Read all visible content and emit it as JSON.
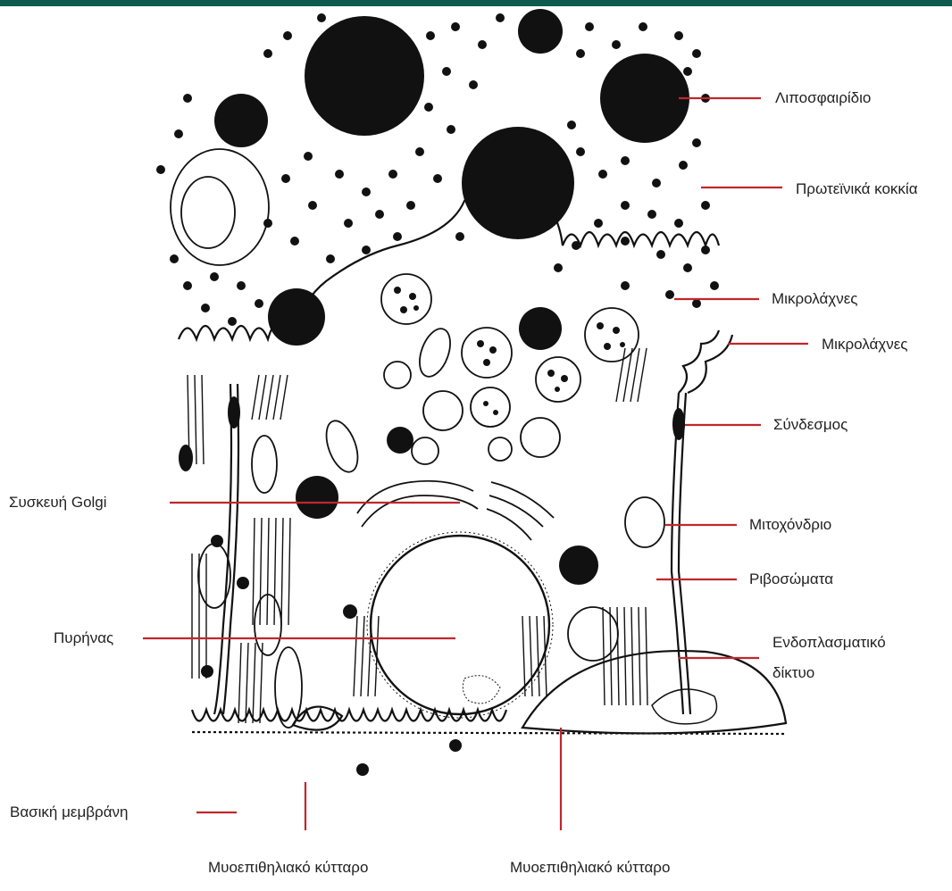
{
  "colors": {
    "leader": "#c0272d",
    "ink": "#111111",
    "top_bar": "#0d5a4e"
  },
  "labels": {
    "lipid_droplet": "Λιποσφαιρίδιο",
    "protein_granules": "Πρωτεϊνικά κοκκία",
    "microvilli_1": "Μικρολάχνες",
    "microvilli_2": "Μικρολάχνες",
    "junction": "Σύνδεσμος",
    "golgi": "Συσκευή Golgi",
    "mitochondrion": "Μιτοχόνδριο",
    "ribosomes": "Ριβοσώματα",
    "nucleus": "Πυρήνας",
    "endoplasmic_reticulum": "Ενδοπλασματικό δίκτυο",
    "basement_membrane": "Βασική μεμβράνη",
    "myoepithelial_cell_1": "Μυοεπιθηλιακό κύτταρο",
    "myoepithelial_cell_2": "Μυοεπιθηλιακό κύτταρο"
  }
}
